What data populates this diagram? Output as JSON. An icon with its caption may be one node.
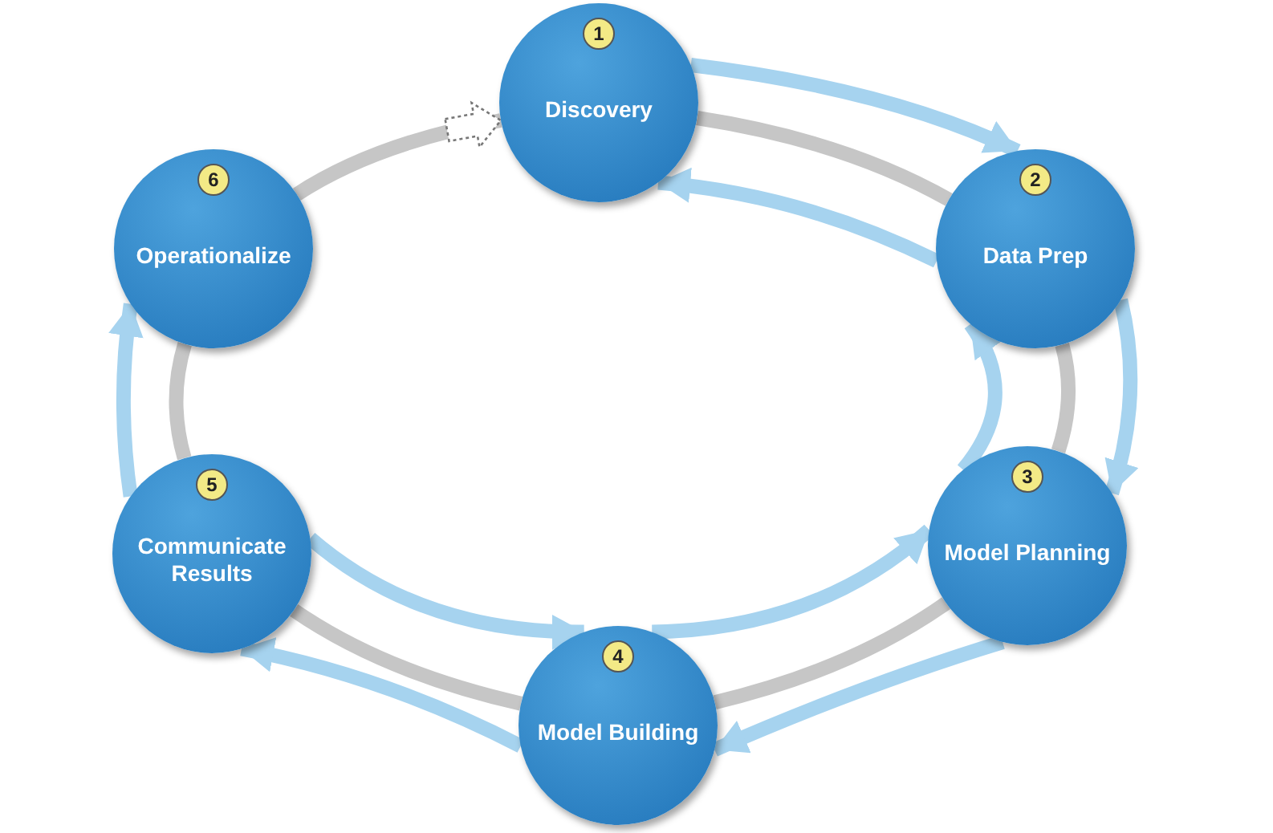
{
  "diagram": {
    "nodes": [
      {
        "text": [
          "1",
          "Discovery"
        ]
      },
      {
        "text": [
          "2",
          "Data Prep"
        ]
      },
      {
        "text": [
          "3",
          "Model Planning"
        ]
      },
      {
        "text": [
          "4",
          "Model Building"
        ]
      },
      {
        "text": [
          "5",
          "Communicate Results"
        ]
      },
      {
        "text": [
          "6",
          "Operationalize"
        ]
      }
    ],
    "edges": [
      {
        "from": 0,
        "to": 1,
        "arrow": "none",
        "color": "#c6c6c6"
      },
      {
        "from": 1,
        "to": 2,
        "arrow": "none",
        "color": "#c6c6c6"
      },
      {
        "from": 2,
        "to": 3,
        "arrow": "none",
        "color": "#c6c6c6"
      },
      {
        "from": 3,
        "to": 4,
        "arrow": "none",
        "color": "#c6c6c6"
      },
      {
        "from": 4,
        "to": 5,
        "arrow": "none",
        "color": "#c6c6c6"
      },
      {
        "from": 5,
        "to": 0,
        "arrow": "to",
        "color": "#c6c6c6"
      },
      {
        "from": 0,
        "to": 1,
        "arrow": "to"
      },
      {
        "from": 1,
        "to": 0,
        "arrow": "to"
      },
      {
        "from": 1,
        "to": 2,
        "arrow": "to"
      },
      {
        "from": 2,
        "to": 1,
        "arrow": "to"
      },
      {
        "from": 2,
        "to": 3,
        "arrow": "to"
      },
      {
        "from": 3,
        "to": 2,
        "arrow": "to"
      },
      {
        "from": 4,
        "to": 3,
        "arrow": "to"
      },
      {
        "from": 3,
        "to": 4,
        "arrow": "to"
      },
      {
        "from": 4,
        "to": 5,
        "arrow": "to"
      }
    ]
  }
}
